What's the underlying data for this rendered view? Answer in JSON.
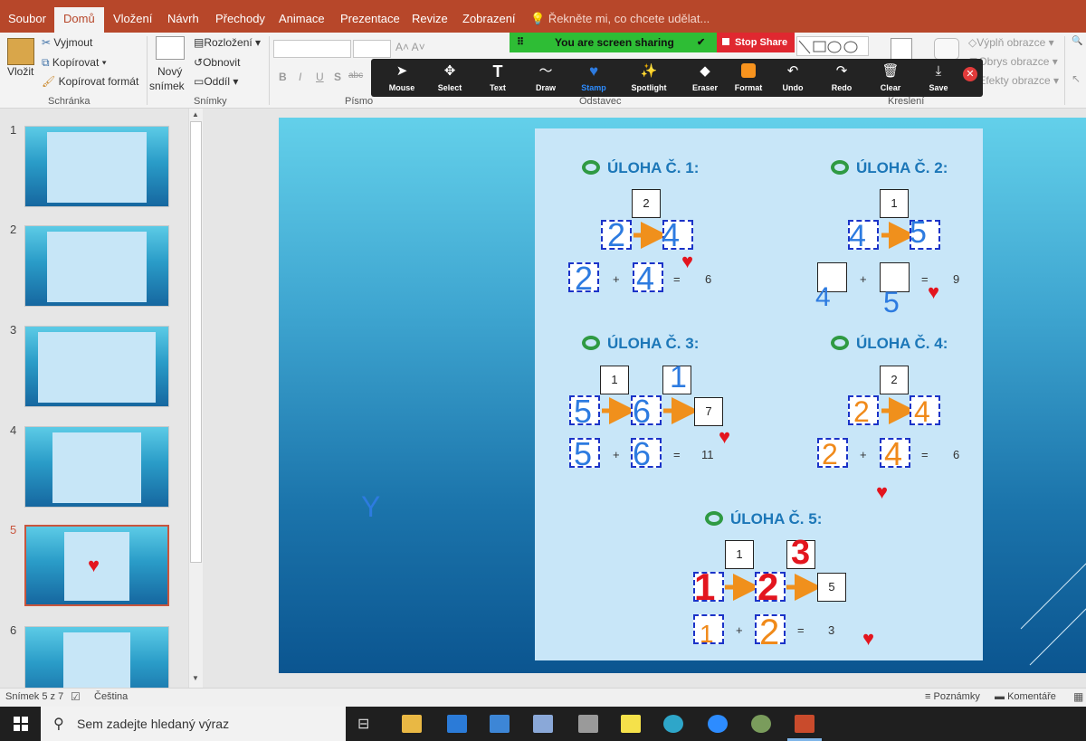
{
  "tabs": [
    "Soubor",
    "Domů",
    "Vložení",
    "Návrh",
    "Přechody",
    "Animace",
    "Prezentace",
    "Revize",
    "Zobrazení"
  ],
  "tell_me": "Řekněte mi, co chcete udělat...",
  "ribbon": {
    "clipboard": {
      "paste": "Vložit",
      "cut": "Vyjmout",
      "copy": "Kopírovat",
      "format_painter": "Kopírovat formát",
      "group": "Schránka"
    },
    "slides": {
      "new_slide_1": "Nový",
      "new_slide_2": "snímek",
      "layout": "Rozložení",
      "reset": "Obnovit",
      "section": "Oddíl",
      "group": "Snímky"
    },
    "font": {
      "bold": "B",
      "italic": "I",
      "underline": "U",
      "shadow": "S",
      "strike": "abc",
      "group": "Písmo"
    },
    "paragraph": {
      "group": "Odstavec"
    },
    "drawing": {
      "fill": "Výplň obrazce",
      "outline": "Obrys obrazce",
      "effects": "Efekty obrazce",
      "group": "Kreslení"
    }
  },
  "share": {
    "status": "You are screen sharing",
    "stop": "Stop Share"
  },
  "annotate": [
    "Mouse",
    "Select",
    "Text",
    "Draw",
    "Stamp",
    "Spotlight",
    "Eraser",
    "Format",
    "Undo",
    "Redo",
    "Clear",
    "Save"
  ],
  "thumbs": [
    "1",
    "2",
    "3",
    "4",
    "5",
    "6"
  ],
  "slide": {
    "tasks": [
      "ÚLOHA Č. 1:",
      "ÚLOHA Č. 2:",
      "ÚLOHA Č. 3:",
      "ÚLOHA Č. 4:",
      "ÚLOHA Č. 5:"
    ],
    "t1": {
      "top": "2",
      "sum": "6",
      "plus": "+",
      "eq": "=",
      "hw_a": "2",
      "hw_b": "4",
      "hw_c": "2",
      "hw_d": "4"
    },
    "t2": {
      "top": "1",
      "sum": "9",
      "plus": "+",
      "eq": "=",
      "hw_a": "4",
      "hw_b": "5",
      "hw_c": "4",
      "hw_d": "5"
    },
    "t3": {
      "top1": "1",
      "top2": "1",
      "right": "7",
      "sum": "11",
      "plus": "+",
      "eq": "=",
      "hw_a": "5",
      "hw_b": "6",
      "hw_c": "5",
      "hw_d": "6"
    },
    "t4": {
      "top": "2",
      "sum": "6",
      "plus": "+",
      "eq": "=",
      "hw_a": "2",
      "hw_b": "4",
      "hw_c": "2",
      "hw_d": "4"
    },
    "t5": {
      "top1": "1",
      "top2": "3",
      "right": "5",
      "sum": "3",
      "plus": "+",
      "eq": "=",
      "hw_a": "1",
      "hw_b": "2",
      "hw_c": "1",
      "hw_d": "2"
    },
    "stray": "Y"
  },
  "status": {
    "slide_of": "Snímek 5 z 7",
    "language": "Čeština",
    "notes": "Poznámky",
    "comments": "Komentáře"
  },
  "taskbar": {
    "search": "Sem zadejte hledaný výraz"
  },
  "colors": {
    "brand": "#b7472a",
    "accent_blue": "#1c77b8",
    "marker_blue": "#2d7be0",
    "marker_orange": "#f08a1a",
    "marker_red": "#e3151e"
  }
}
